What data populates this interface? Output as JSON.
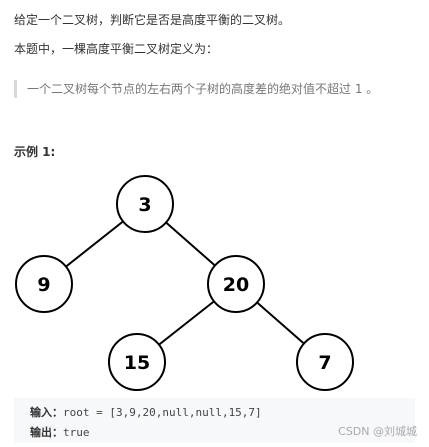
{
  "problem": {
    "statement": "给定一个二叉树，判断它是否是高度平衡的二叉树。",
    "definition_intro": "本题中，一棵高度平衡二叉树定义为：",
    "definition": "一个二叉树每个节点的左右两个子树的高度差的绝对值不超过 1 。"
  },
  "example": {
    "title": "示例 1:",
    "tree": {
      "root": "3",
      "left": "9",
      "right": "20",
      "right_left": "15",
      "right_right": "7"
    },
    "input_label": "输入：",
    "input_value": "root = [3,9,20,null,null,15,7]",
    "output_label": "输出：",
    "output_value": "true"
  },
  "watermark": "CSDN @刘城城"
}
